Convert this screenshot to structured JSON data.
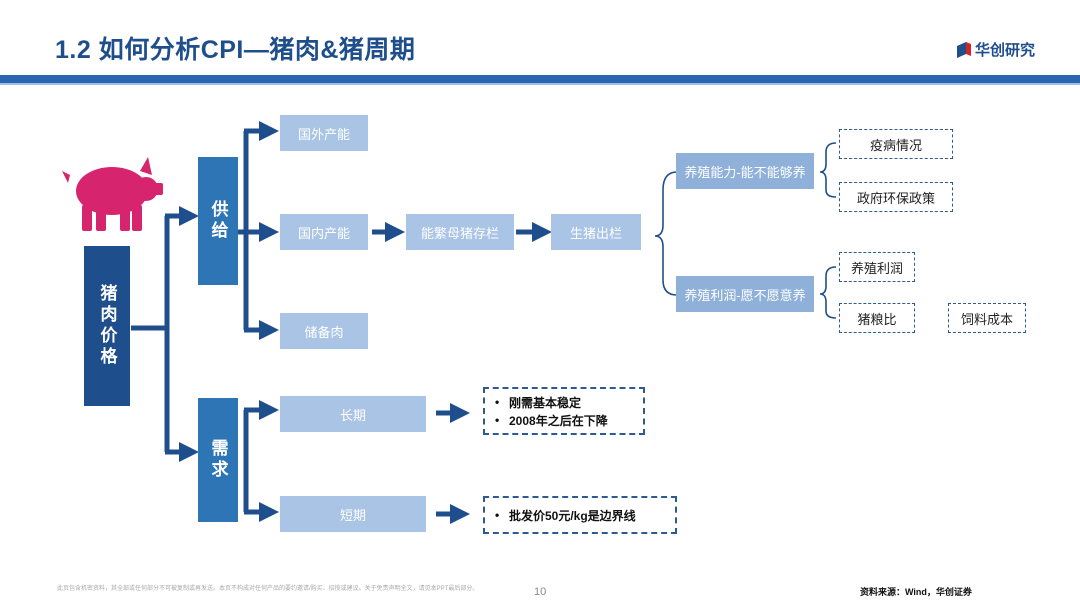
{
  "header": {
    "title": "1.2 如何分析CPI—猪肉&猪周期",
    "brand": "华创研究"
  },
  "diagram": {
    "root": "猪肉价格",
    "supply": {
      "label": "供给",
      "items": [
        "国外产能",
        "国内产能",
        "储备肉"
      ],
      "chain": [
        "能繁母猪存栏",
        "生猪出栏"
      ],
      "factors": [
        {
          "label": "养殖能力-能不能够养",
          "details": [
            "疫病情况",
            "政府环保政策"
          ]
        },
        {
          "label": "养殖利润-愿不愿意养",
          "details": [
            "养殖利润",
            "猪粮比",
            "饲料成本"
          ]
        }
      ]
    },
    "demand": {
      "label": "需求",
      "long": {
        "label": "长期",
        "notes": [
          "刚需基本稳定",
          "2008年之后在下降"
        ]
      },
      "short": {
        "label": "短期",
        "notes": [
          "批发价50元/kg是边界线"
        ]
      }
    }
  },
  "colors": {
    "dark_blue": "#1f4e8c",
    "mid_blue": "#2e75b6",
    "light_blue": "#a9c4e4",
    "pig": "#d6246e"
  },
  "icons": {
    "pig": "pig-icon",
    "arrow": "arrow-right-icon",
    "bullet": "•"
  },
  "footer": {
    "disclaimer": "此页包含机密资料，其全部或任何部分不可被复制或再发送。本页不构成对任何产品的要约邀请/购买、招揽或建议。关于免责声明全文，请见本PPT最后部分。",
    "page_number": "10",
    "source": "资料来源：Wind，华创证券"
  }
}
